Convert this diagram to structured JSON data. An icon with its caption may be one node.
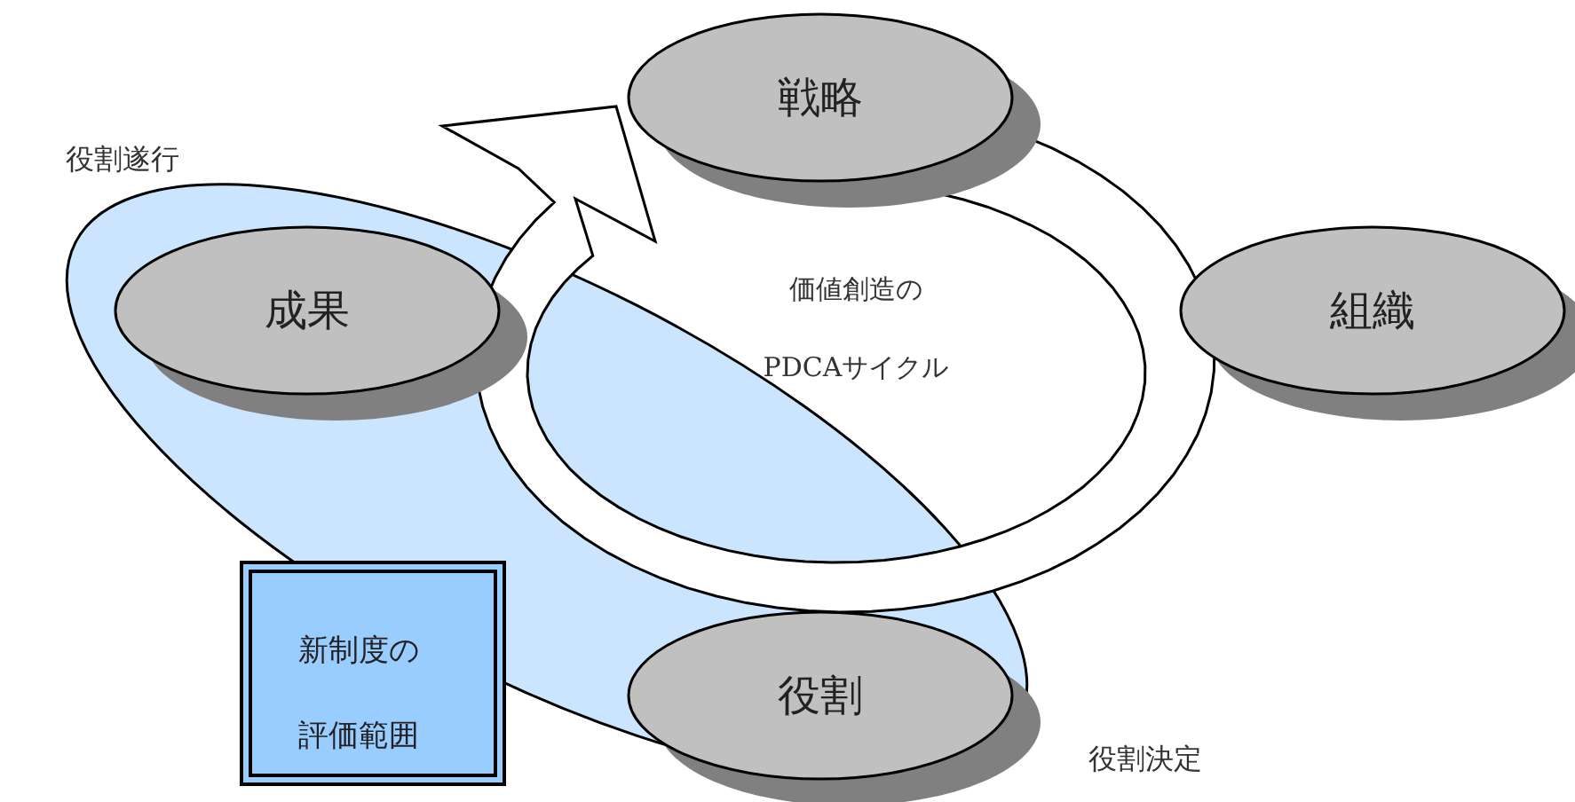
{
  "diagram": {
    "nodes": [
      {
        "text": [
          "戦略"
        ]
      },
      {
        "text": [
          "成果"
        ]
      },
      {
        "text": [
          "価値創造のPDCAサイクル"
        ]
      },
      {
        "text": [
          "組織"
        ]
      },
      {
        "text": [
          "新制度の評価範囲"
        ]
      },
      {
        "text": [
          "役割"
        ]
      }
    ],
    "labels": [
      "役割遂行",
      "役割決定"
    ]
  }
}
